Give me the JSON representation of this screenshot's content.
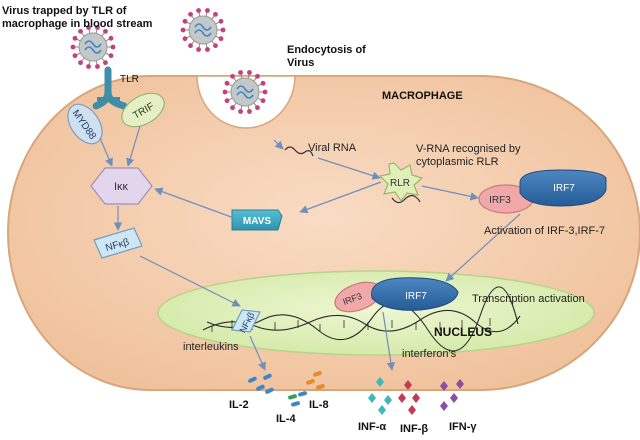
{
  "labels": {
    "virus_trapped": [
      "Virus trapped by TLR of",
      "macrophage in blood stream"
    ],
    "endocytosis": [
      "Endocytosis of",
      "Virus"
    ],
    "tlr": "TLR",
    "macrophage": "MACROPHAGE",
    "myd88": "MYD88",
    "trif": "TRIF",
    "ikk": "Iκκ",
    "nfkb": "NFκβ",
    "nfkb_nucleus": "NFκβ",
    "mavs": "MAVS",
    "viral_rna": "Viral RNA",
    "rlr": "RLR",
    "v_rna_recognised": [
      "V-RNA recognised by",
      "cytoplasmic RLR"
    ],
    "irf3": "IRF3",
    "irf7": "IRF7",
    "irf3_nucleus": "IRF3",
    "irf7_nucleus": "IRF7",
    "activation": "Activation of IRF-3,IRF-7",
    "transcription": "Transcription activation",
    "nucleus": "NUCLEUS",
    "interleukins": "interleukins",
    "interferons": "interferon's",
    "il2": "IL-2",
    "il4": "IL-4",
    "il8": "IL-8",
    "inf_alpha": "INF-α",
    "inf_beta": "INF-β",
    "ifn_gamma": "IFN-γ"
  },
  "colors": {
    "cell_fill": "#f6d3b5",
    "cell_stroke": "#d9a57c",
    "nucleus_fill": "#dff0b8",
    "adapter_fill": "#cfe0f1",
    "trif_fill": "#e4efc5",
    "irf7_fill": "#2e69a7",
    "irf3_fill": "#f1a8a8",
    "mavs_fill": "#3aa6c1",
    "arrow": "#6f8fbf",
    "virus_body": "#c4c8c8",
    "virus_spike": "#c4407b",
    "virus_core": "#3e86c6"
  }
}
